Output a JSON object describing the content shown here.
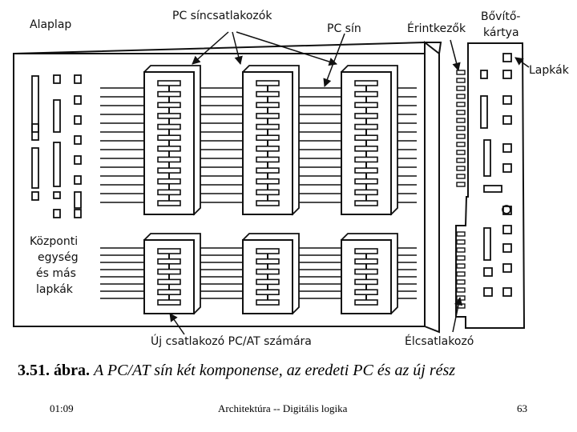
{
  "diagram": {
    "labels": {
      "motherboard": "Alaplap",
      "pc_connectors": "PC síncsatlakozók",
      "pc_bus": "PC sín",
      "contacts": "Érintkezők",
      "expansion_card_line1": "Bővítő-",
      "expansion_card_line2": "kártya",
      "chips": "Lapkák",
      "cpu_line1": "Központi",
      "cpu_line2": "egység",
      "cpu_line3": "és más",
      "cpu_line4": "lapkák",
      "new_connector": "Új csatlakozó PC/AT számára",
      "edge_connector": "Élcsatlakozó"
    }
  },
  "caption": {
    "number": "3.51. ábra.",
    "text": "A PC/AT sín két komponense, az eredeti PC és az új rész"
  },
  "footer": {
    "time": "01:09",
    "title": "Architektúra -- Digitális logika",
    "page": "63"
  }
}
